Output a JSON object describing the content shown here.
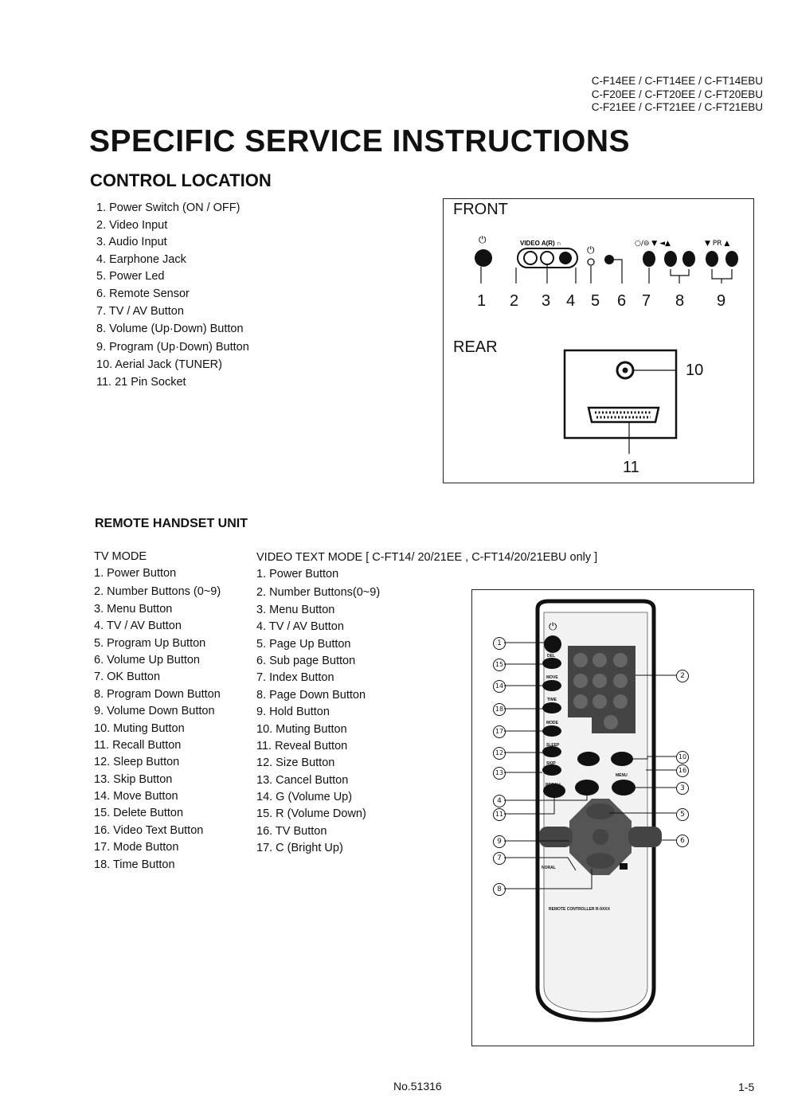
{
  "models": [
    "C-F14EE / C-FT14EE / C-FT14EBU",
    "C-F20EE / C-FT20EE / C-FT20EBU",
    "C-F21EE / C-FT21EE / C-FT21EBU"
  ],
  "title": "SPECIFIC SERVICE INSTRUCTIONS",
  "section_title": "CONTROL LOCATION",
  "control_items": [
    "1. Power Switch (ON / OFF)",
    "2. Video Input",
    "3. Audio Input",
    "4. Earphone Jack",
    "5. Power Led",
    "6. Remote Sensor",
    "7. TV / AV Button",
    "8. Volume (Up·Down) Button",
    "9. Program (Up·Down) Button",
    "10. Aerial Jack (TUNER)",
    "11. 21 Pin Socket"
  ],
  "front_panel": {
    "label": "FRONT",
    "numbers": [
      "1",
      "2",
      "3",
      "4",
      "5",
      "6",
      "7",
      "8",
      "9"
    ],
    "symbols": {
      "video_audio": "VIDEO A(R) ∩",
      "tv_av": "○/⊖ ▼ ◄▲",
      "program": "▼ PR ▲"
    }
  },
  "rear_panel": {
    "label": "REAR",
    "aerial_num": "10",
    "scart_num": "11"
  },
  "remote_section_title": "REMOTE HANDSET UNIT",
  "tv_mode": {
    "heading": "TV MODE",
    "items": [
      "1. Power Button",
      "2. Number Buttons (0~9)",
      "3. Menu Button",
      "4. TV / AV Button",
      "5. Program Up Button",
      "6. Volume Up Button",
      "7. OK Button",
      "8. Program Down Button",
      "9. Volume Down Button",
      "10. Muting Button",
      "11. Recall Button",
      "12. Sleep Button",
      "13. Skip Button",
      "14. Move Button",
      "15. Delete Button",
      "16. Video Text Button",
      "17. Mode Button",
      "18. Time Button"
    ]
  },
  "video_text_mode": {
    "heading": "VIDEO TEXT MODE [ C-FT14/ 20/21EE , C-FT14/20/21EBU only ]",
    "items": [
      "1. Power Button",
      "2. Number Buttons(0~9)",
      "3. Menu Button",
      "4. TV / AV Button",
      "5. Page Up Button",
      "6. Sub page Button",
      "7. Index Button",
      "8. Page Down Button",
      "9. Hold Button",
      "10. Muting Button",
      "11. Reveal Button",
      "12. Size Button",
      "13. Cancel Button",
      "14. G (Volume Up)",
      "15. R (Volume Down)",
      "16. TV Button",
      "17. C (Bright Up)"
    ]
  },
  "remote_diagram": {
    "left_callouts": [
      "1",
      "15",
      "14",
      "18",
      "17",
      "12",
      "13",
      "4",
      "11",
      "9",
      "7",
      "8"
    ],
    "right_callouts": [
      "2",
      "10",
      "16",
      "3",
      "5",
      "6"
    ],
    "button_labels": {
      "del": "DEL",
      "move": "MOVE",
      "time": "TIME",
      "mode": "MODE",
      "sleep": "SLEEP",
      "skip": "SKIP",
      "recall": "RECALL",
      "normal": "NORAL",
      "menu": "MENU"
    },
    "bottom_text": "REMOTE CONTROLLER R-9XXX"
  },
  "footer": {
    "doc_no": "No.51316",
    "page": "1-5"
  }
}
